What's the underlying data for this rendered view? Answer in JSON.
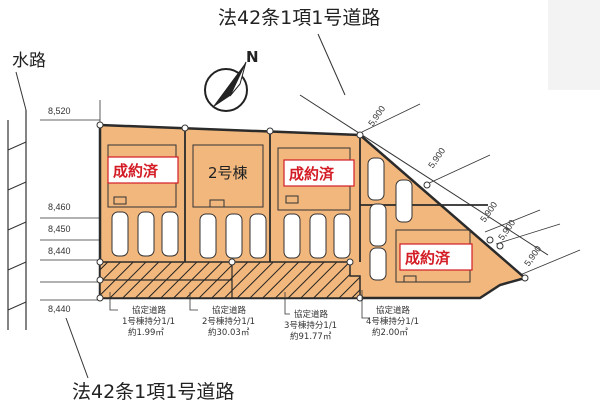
{
  "roads": {
    "top": "法42条1項1号道路",
    "bottom": "法42条1項1号道路",
    "waterway": "水路"
  },
  "compass": {
    "north": "N"
  },
  "dimensions": {
    "left": [
      "8,520",
      "8,460",
      "8,450",
      "8,440",
      "8,440"
    ],
    "right": [
      "5,900",
      "5,900",
      "5,900",
      "5,900",
      "5,900"
    ]
  },
  "plots": {
    "plot1_sold": "成約済",
    "plot2_name": "2号棟",
    "plot3_sold": "成約済",
    "plot4_sold": "成約済"
  },
  "notes": [
    {
      "title": "協定道路",
      "share": "1号棟持分1/1",
      "area": "約1.99㎡"
    },
    {
      "title": "協定道路",
      "share": "2号棟持分1/1",
      "area": "約30.03㎡"
    },
    {
      "title": "協定道路",
      "share": "3号棟持分1/1",
      "area": "約91.77㎡"
    },
    {
      "title": "協定道路",
      "share": "4号棟持分1/1",
      "area": "約2.00㎡"
    }
  ],
  "colors": {
    "lot": "#f2b77c",
    "outline": "#2b2b2b",
    "sold_text": "#d31c25"
  }
}
